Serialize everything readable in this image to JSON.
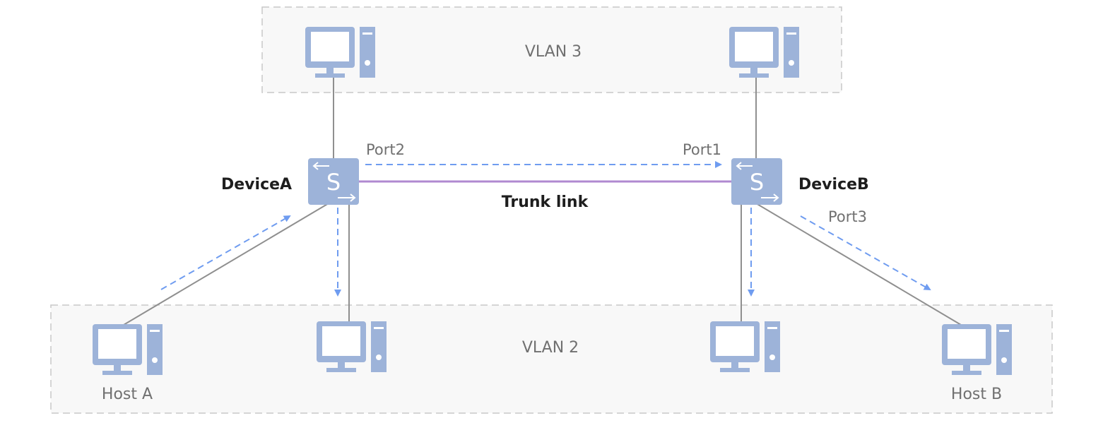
{
  "regions": {
    "vlan3": "VLAN 3",
    "vlan2": "VLAN 2"
  },
  "devices": {
    "device_a": "DeviceA",
    "device_b": "DeviceB",
    "switch_glyph": "S"
  },
  "ports": {
    "port1": "Port1",
    "port2": "Port2",
    "port3": "Port3"
  },
  "links": {
    "trunk": "Trunk link"
  },
  "hosts": {
    "host_a": "Host A",
    "host_b": "Host B"
  },
  "icons": {
    "computer": "computer-icon",
    "switch": "switch-icon"
  },
  "colors": {
    "icon_fill": "#9db3d9",
    "link_line": "#8f8f8f",
    "trunk_line": "#b08ad0",
    "flow_arrow": "#6f9cf0",
    "region_border": "#c8c8c8",
    "region_fill": "#f8f8f8",
    "label_gray": "#707070",
    "label_dark": "#1e1e1e"
  }
}
